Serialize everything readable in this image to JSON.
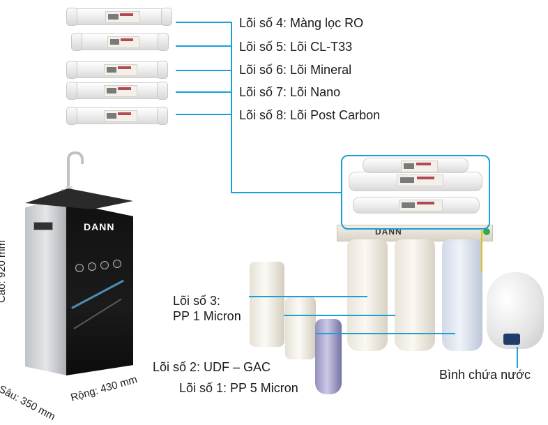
{
  "top_labels": [
    "Lõi số 4: Màng lọc RO",
    "Lõi số 5: Lõi CL-T33",
    "Lõi số 6: Lõi Mineral",
    "Lõi số 7: Lõi Nano",
    "Lõi số 8: Lõi Post Carbon"
  ],
  "bottom_labels": {
    "core3_line1": "Lõi số 3:",
    "core3_line2": "PP 1 Micron",
    "core2": "Lõi số 2: UDF – GAC",
    "core1": "Lõi số 1: PP 5 Micron",
    "tank": "Bình chứa nước"
  },
  "dimensions": {
    "height": "Cao: 920 mm",
    "depth": "Sâu: 350 mm",
    "width": "Rộng: 430 mm"
  },
  "brand": "DANN",
  "colors": {
    "connector": "#1aa0d8",
    "text": "#1a1a1a"
  }
}
